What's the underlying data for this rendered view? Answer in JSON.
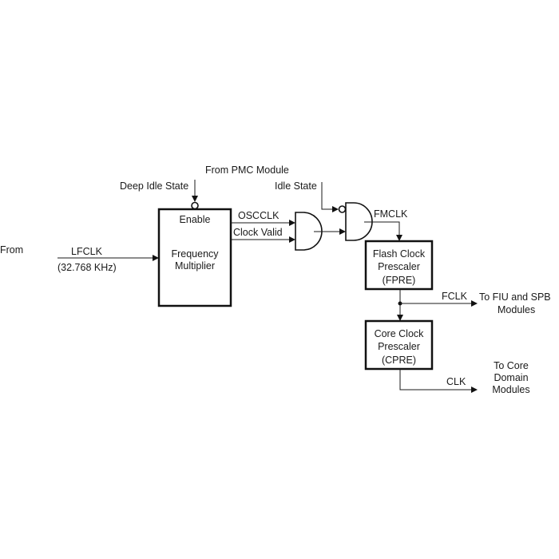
{
  "diagram": {
    "inputs": {
      "from_label": "From",
      "lfclk_label": "LFCLK",
      "lfclk_freq": "(32.768 KHz)",
      "deep_idle_label": "Deep Idle State",
      "pmc_label": "From PMC Module",
      "idle_state_label": "Idle State"
    },
    "blocks": {
      "freq_mult": {
        "enable": "Enable",
        "line1": "Frequency",
        "line2": "Multiplier"
      },
      "fpre": {
        "line1": "Flash Clock",
        "line2": "Prescaler",
        "line3": "(FPRE)"
      },
      "cpre": {
        "line1": "Core Clock",
        "line2": "Prescaler",
        "line3": "(CPRE)"
      }
    },
    "signals": {
      "oscclk": "OSCCLK",
      "clock_valid": "Clock Valid",
      "fmclk": "FMCLK",
      "fclk": "FCLK",
      "clk": "CLK"
    },
    "outputs": {
      "fclk_dest_line1": "To FIU and SPB",
      "fclk_dest_line2": "Modules",
      "clk_dest_line1": "To Core",
      "clk_dest_line2": "Domain",
      "clk_dest_line3": "Modules"
    }
  }
}
